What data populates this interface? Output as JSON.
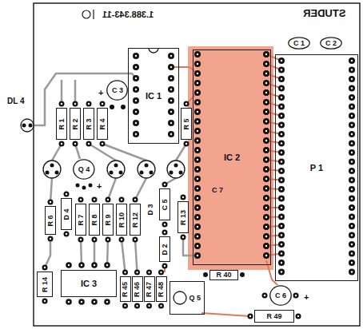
{
  "diagram": {
    "nodes": [
      {
        "text": [
          "IC 1"
        ]
      },
      {
        "text": [
          "IC 2"
        ]
      },
      {
        "text": [
          "C 1"
        ]
      },
      {
        "text": [
          "C 2"
        ]
      },
      {
        "text": [
          "P 1"
        ]
      },
      {
        "text": [
          "C 3"
        ]
      },
      {
        "text": [
          "R 1"
        ]
      },
      {
        "text": [
          "R 2"
        ]
      },
      {
        "text": [
          "R 3"
        ]
      },
      {
        "text": [
          "R 4"
        ]
      },
      {
        "text": [
          "R 5"
        ]
      },
      {
        "text": [
          "Q 4"
        ]
      },
      {
        "text": [
          "R 6"
        ]
      },
      {
        "text": [
          "D 4"
        ]
      },
      {
        "text": [
          "R 7"
        ]
      },
      {
        "text": [
          "R 8"
        ]
      },
      {
        "text": [
          "R 9"
        ]
      },
      {
        "text": [
          "R 10"
        ]
      },
      {
        "text": [
          "R 12"
        ]
      },
      {
        "text": [
          "C 5"
        ]
      },
      {
        "text": [
          "R 13"
        ]
      },
      {
        "text": [
          "D 2"
        ]
      },
      {
        "text": [
          "R 14"
        ]
      },
      {
        "text": [
          "IC 3"
        ]
      },
      {
        "text": [
          "R 45"
        ]
      },
      {
        "text": [
          "R 46"
        ]
      },
      {
        "text": [
          "R 47"
        ]
      },
      {
        "text": [
          "R 48"
        ]
      },
      {
        "text": [
          "R 40"
        ]
      },
      {
        "text": [
          "Q 5"
        ]
      },
      {
        "text": [
          "C 6"
        ]
      },
      {
        "text": [
          "R 49"
        ]
      }
    ],
    "labels": [
      "1.388.343-11",
      "STUDER",
      "DL 4",
      "+",
      "+",
      "C 7",
      "D 3",
      "+"
    ]
  }
}
